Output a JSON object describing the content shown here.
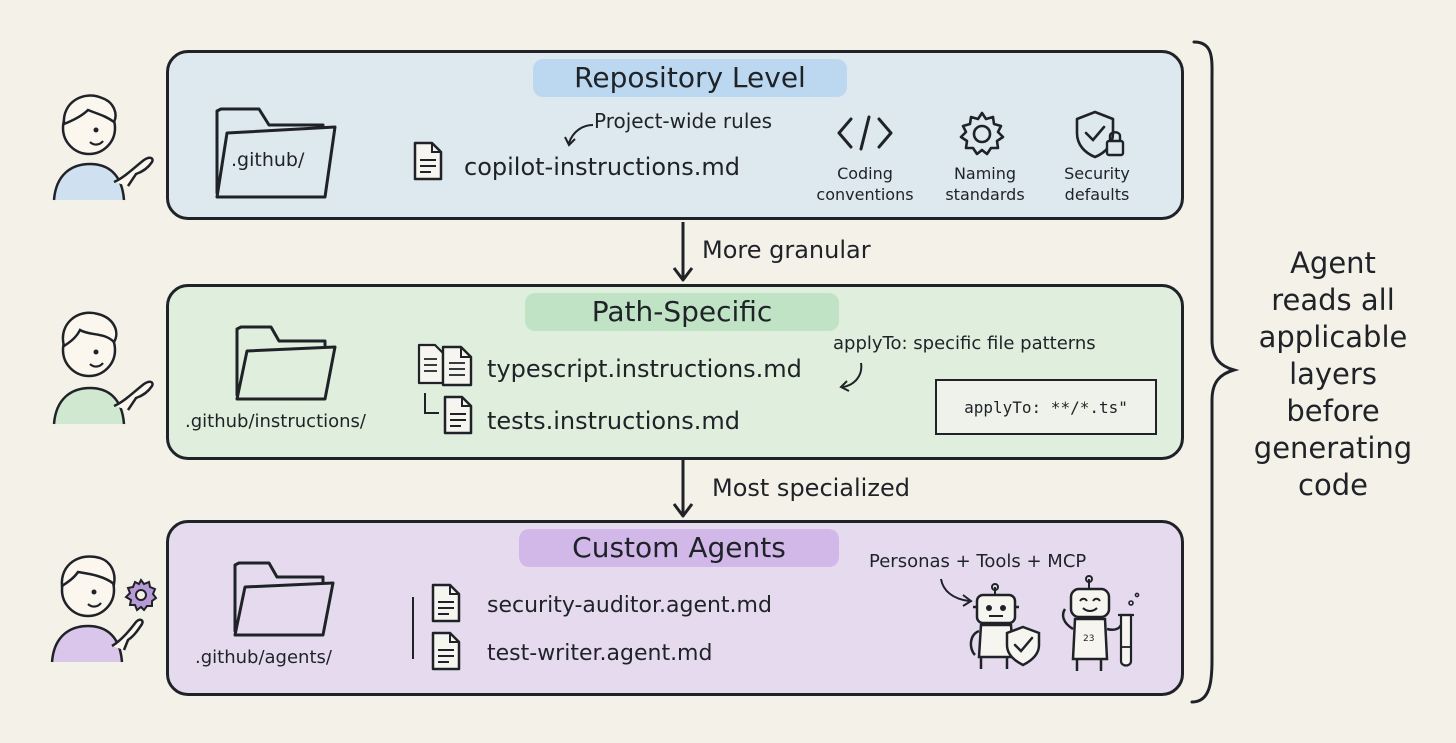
{
  "repository": {
    "title": "Repository Level",
    "folder_label": ".github/",
    "note": "Project-wide rules",
    "file": "copilot-instructions.md",
    "features": [
      {
        "icon": "code-icon",
        "label_line1": "Coding",
        "label_line2": "conventions"
      },
      {
        "icon": "gear-icon",
        "label_line1": "Naming",
        "label_line2": "standards"
      },
      {
        "icon": "shield-lock-icon",
        "label_line1": "Security",
        "label_line2": "defaults"
      }
    ]
  },
  "connector1": {
    "label": "More granular"
  },
  "path_specific": {
    "title": "Path-Specific",
    "folder_label": ".github/instructions/",
    "files": [
      "typescript.instructions.md",
      "tests.instructions.md"
    ],
    "note": "applyTo: specific file patterns",
    "code": "applyTo: **/*.ts\""
  },
  "connector2": {
    "label": "Most specialized"
  },
  "custom_agents": {
    "title": "Custom Agents",
    "folder_label": ".github/agents/",
    "files": [
      "security-auditor.agent.md",
      "test-writer.agent.md"
    ],
    "note": "Personas + Tools + MCP"
  },
  "side_note": {
    "lines": [
      "Agent",
      "reads all",
      "applicable",
      "layers",
      "before",
      "generating",
      "code"
    ]
  },
  "colors": {
    "background": "#f4f1e8",
    "repository_panel": "#dde8ef",
    "repository_title_bg": "#bcd8f0",
    "path_panel": "#dfeedd",
    "path_title_bg": "#bfe3c4",
    "agents_panel": "#e6dbee",
    "agents_title_bg": "#d2b8e8",
    "stroke": "#1f2328"
  }
}
